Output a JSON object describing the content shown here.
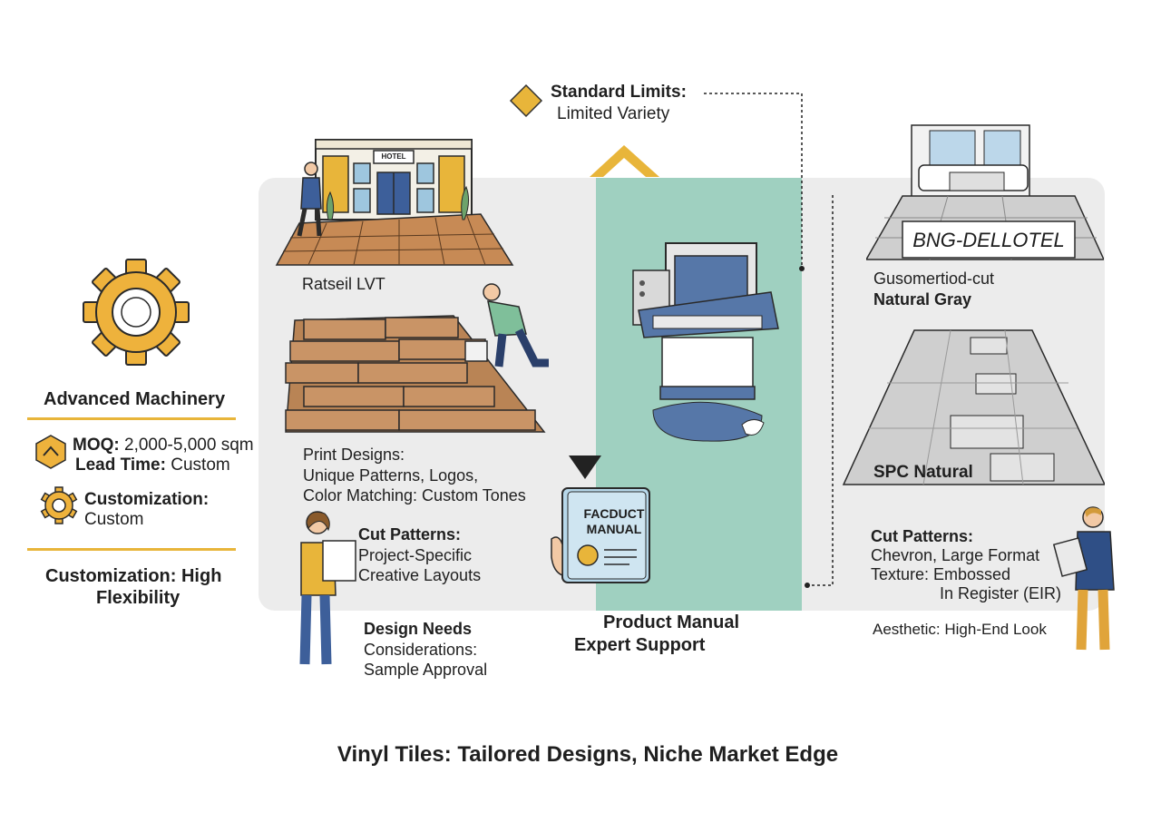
{
  "header": {
    "title": "Standard Limits:",
    "subtitle": "Limited Variety"
  },
  "left_panel": {
    "gear_label": "Advanced Machinery",
    "moq_label": "MOQ:",
    "moq_value": "2,000-5,000 sqm",
    "lead_label": "Lead Time:",
    "lead_value": "Custom",
    "custom_label": "Customization:",
    "custom_value": "Custom",
    "flex_line1": "Customization: High",
    "flex_line2": "Flexibility"
  },
  "hotel_scene": {
    "sign": "HOTEL",
    "caption": "Ratseil LVT"
  },
  "print_designs": {
    "heading": "Print Designs:",
    "line1": "Unique Patterns, Logos,",
    "line2": "Color Matching: Custom Tones"
  },
  "cut_patterns_left": {
    "heading": "Cut Patterns:",
    "line1": "Project-Specific",
    "line2": "Creative Layouts"
  },
  "design_needs": {
    "heading": "Design Needs",
    "line1": "Considerations:",
    "line2": "Sample Approval"
  },
  "manual": {
    "cover_line1": "FACDUCT",
    "cover_line2": "MANUAL",
    "caption1": "Product Manual",
    "caption2": "Expert Support"
  },
  "right_top": {
    "sign": "BNG-DELLOTEL",
    "caption1": "Gusomertiod-cut",
    "caption2": "Natural Gray"
  },
  "right_mid": {
    "caption": "SPC Natural"
  },
  "cut_patterns_right": {
    "heading": "Cut Patterns:",
    "line1": "Chevron, Large Format",
    "line2": "Texture: Embossed",
    "line3": "In Register (EIR)",
    "aesthetic": "Aesthetic: High-End Look"
  },
  "footer": {
    "title": "Vinyl Tiles: Tailored Designs, Niche Market Edge"
  },
  "colors": {
    "accent": "#e8b53a",
    "teal": "#9fd0c0",
    "panel": "#ececec",
    "machine_blue": "#5677a8"
  }
}
